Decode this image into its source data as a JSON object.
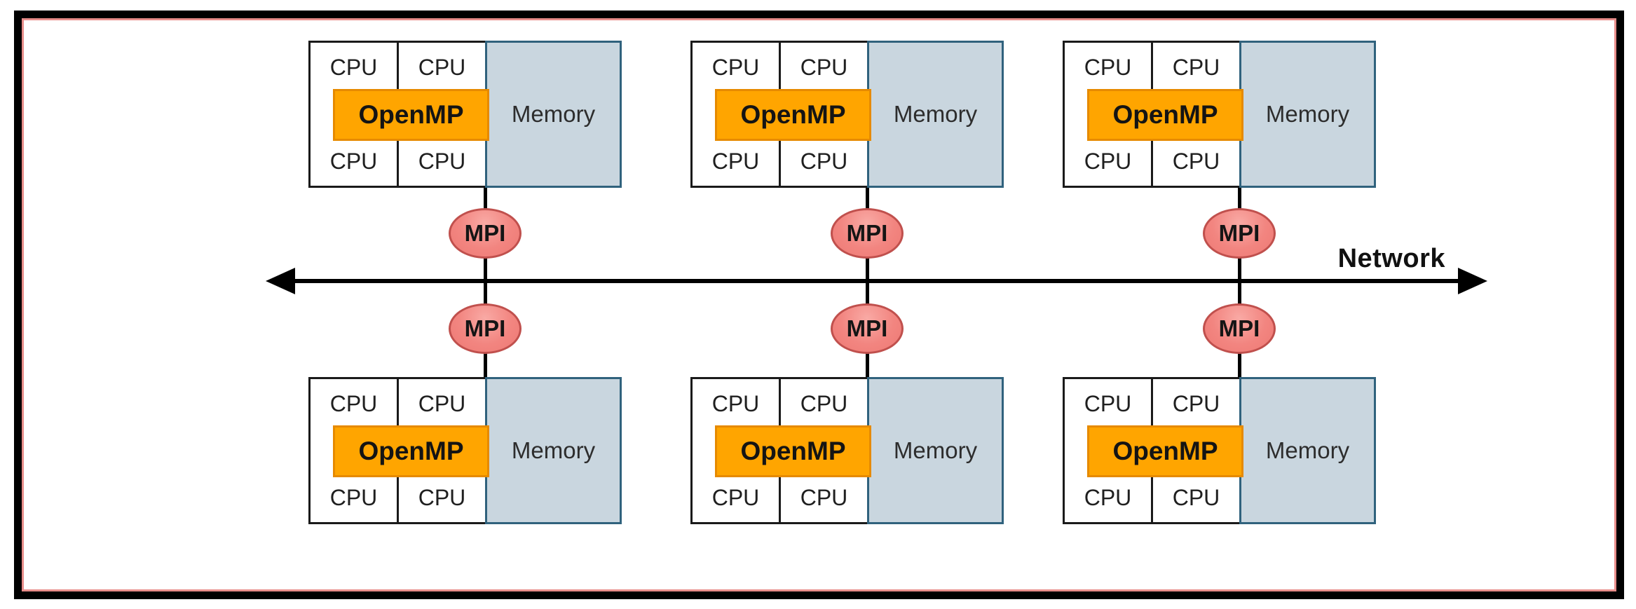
{
  "network": {
    "label": "Network"
  },
  "mpi": {
    "label": "MPI"
  },
  "node": {
    "cpu_label": "CPU",
    "openmp_label": "OpenMP",
    "memory_label": "Memory"
  },
  "nodes": [
    {
      "id": "node-top-1",
      "row": "top",
      "col": 1
    },
    {
      "id": "node-top-2",
      "row": "top",
      "col": 2
    },
    {
      "id": "node-top-3",
      "row": "top",
      "col": 3
    },
    {
      "id": "node-bottom-1",
      "row": "bottom",
      "col": 1
    },
    {
      "id": "node-bottom-2",
      "row": "bottom",
      "col": 2
    },
    {
      "id": "node-bottom-3",
      "row": "bottom",
      "col": 3
    }
  ],
  "colors": {
    "frame_outer": "#000000",
    "frame_inner_line": "#E88E8B",
    "line_color": "#000000",
    "openmp_fill": "#FFA500",
    "openmp_border": "#E68A00",
    "memory_fill": "#C9D6DF",
    "memory_border": "#30627D",
    "mpi_fill": "#F28580",
    "mpi_border": "#C0504D"
  }
}
